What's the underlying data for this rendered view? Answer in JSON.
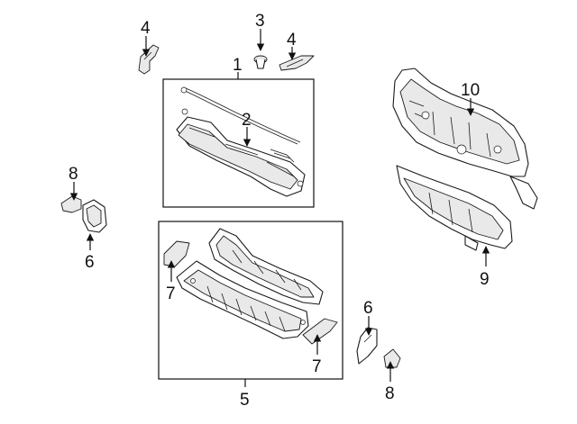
{
  "diagram": {
    "callouts": [
      {
        "id": "c1a",
        "text": "1"
      },
      {
        "id": "c2a",
        "text": "2"
      },
      {
        "id": "c3a",
        "text": "3"
      },
      {
        "id": "c4a",
        "text": "4"
      },
      {
        "id": "c4b",
        "text": "4"
      },
      {
        "id": "c5a",
        "text": "5"
      },
      {
        "id": "c6a",
        "text": "6"
      },
      {
        "id": "c6b",
        "text": "6"
      },
      {
        "id": "c7a",
        "text": "7"
      },
      {
        "id": "c7b",
        "text": "7"
      },
      {
        "id": "c8a",
        "text": "8"
      },
      {
        "id": "c8b",
        "text": "8"
      },
      {
        "id": "c9a",
        "text": "9"
      },
      {
        "id": "c10a",
        "text": "10"
      }
    ]
  }
}
